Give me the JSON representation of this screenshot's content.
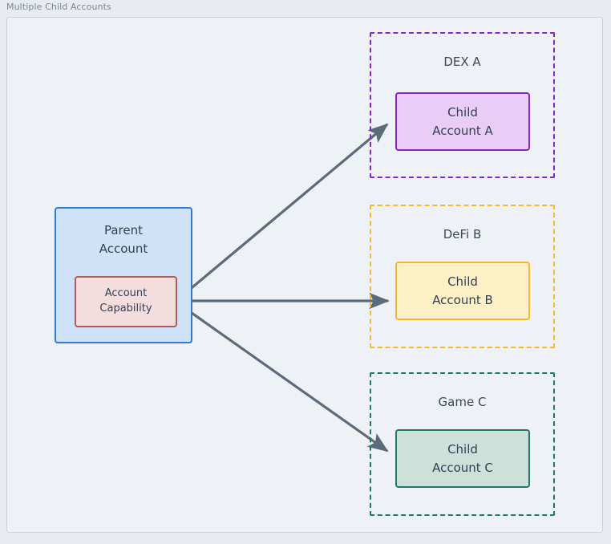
{
  "diagram": {
    "title": "Multiple Child Accounts",
    "colors": {
      "page_background": "#e8ecf1",
      "frame_background": "#eef1f5",
      "frame_border": "#c8d1dc",
      "title_text": "#7a8798",
      "node_text": "#32404f",
      "arrow": "#5b6b7b",
      "parent_fill": "#cfe2f7",
      "parent_border": "#2a7fd4",
      "capability_fill": "#f4dedd",
      "capability_border": "#b05c5c",
      "dex_accent": "#8a25c9",
      "defi_accent": "#f5b82e",
      "game_accent": "#1d7a66"
    },
    "parent": {
      "label_line1": "Parent",
      "label_line2": "Account",
      "capability": {
        "label_line1": "Account",
        "label_line2": "Capability"
      }
    },
    "groups": [
      {
        "id": "dex",
        "title": "DEX A",
        "accent": "#8a25c9",
        "child": {
          "label_line1": "Child",
          "label_line2": "Account A"
        }
      },
      {
        "id": "defi",
        "title": "DeFi B",
        "accent": "#f5b82e",
        "child": {
          "label_line1": "Child",
          "label_line2": "Account B"
        }
      },
      {
        "id": "game",
        "title": "Game C",
        "accent": "#1d7a66",
        "child": {
          "label_line1": "Child",
          "label_line2": "Account C"
        }
      }
    ],
    "connections": [
      {
        "id": "to-dex",
        "from": "Account Capability",
        "to": "Child Account A",
        "style": "solid-arrow"
      },
      {
        "id": "to-defi",
        "from": "Account Capability",
        "to": "Child Account B",
        "style": "solid-arrow"
      },
      {
        "id": "to-game",
        "from": "Account Capability",
        "to": "Child Account C",
        "style": "solid-arrow"
      }
    ]
  }
}
